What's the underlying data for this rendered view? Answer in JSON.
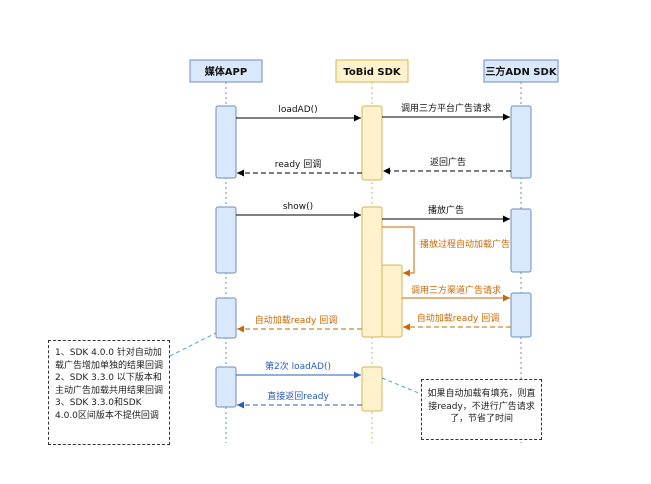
{
  "participants": [
    {
      "id": "media",
      "label": "媒体APP"
    },
    {
      "id": "tobid",
      "label": "ToBid SDK"
    },
    {
      "id": "adn",
      "label": "三方ADN SDK"
    }
  ],
  "messages": [
    {
      "id": "m1",
      "label": "loadAD()"
    },
    {
      "id": "m2",
      "label": "调用三方平台广告请求"
    },
    {
      "id": "m3",
      "label": "返回广告"
    },
    {
      "id": "m4",
      "label": "ready 回调"
    },
    {
      "id": "m5",
      "label": "show()"
    },
    {
      "id": "m6",
      "label": "播放广告"
    },
    {
      "id": "m7",
      "label": "播放过程自动加载广告"
    },
    {
      "id": "m8",
      "label": "调用三方渠道广告请求"
    },
    {
      "id": "m9",
      "label": "自动加载ready 回调"
    },
    {
      "id": "m10",
      "label": "自动加载ready 回调"
    },
    {
      "id": "m11",
      "label": "第2次 loadAD()"
    },
    {
      "id": "m12",
      "label": "直接返回ready"
    }
  ],
  "notes": {
    "left": [
      "1、SDK 4.0.0 针对自动加载广告增加单独的结果回调",
      "2、SDK 3.3.0 以下版本和主动广告加载共用结果回调",
      "3、SDK 3.3.0和SDK 4.0.0区间版本不提供回调"
    ],
    "right": "如果自动加载有填充，则直接ready，不进行广告请求了，节省了时间"
  },
  "colors": {
    "lifeline": "#6c8ebf",
    "media_fill": "#dae8fc",
    "media_stroke": "#6c8ebf",
    "tobid_fill": "#fff2cc",
    "tobid_stroke": "#d6b656",
    "tobid_lifeline": "#d6b656",
    "black": "#000000",
    "orange": "#cc6600",
    "blue": "#2b5cb8",
    "note_link": "#4aa3df"
  }
}
